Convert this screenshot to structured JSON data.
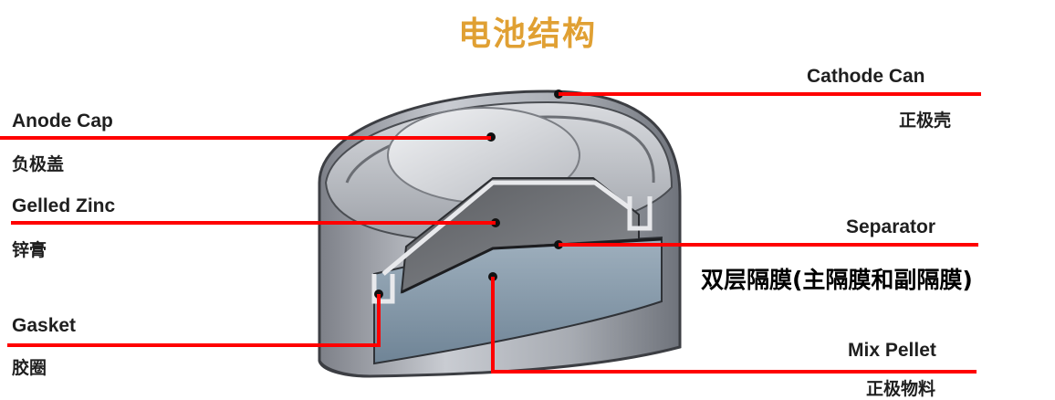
{
  "title": "电池结构",
  "labels": {
    "cathode_can": {
      "en": "Cathode Can",
      "cn": "正极壳"
    },
    "anode_cap": {
      "en": "Anode Cap",
      "cn": "负极盖"
    },
    "gelled_zinc": {
      "en": "Gelled Zinc",
      "cn": "锌膏"
    },
    "separator": {
      "en": "Separator",
      "cn": "双层隔膜(主隔膜和副隔膜)"
    },
    "gasket": {
      "en": "Gasket",
      "cn": "胶圈"
    },
    "mix_pellet": {
      "en": "Mix Pellet",
      "cn": "正极物料"
    }
  },
  "colors": {
    "leader_line": "#ff0000",
    "title": "#e0a033",
    "text": "#1f1f1f"
  }
}
